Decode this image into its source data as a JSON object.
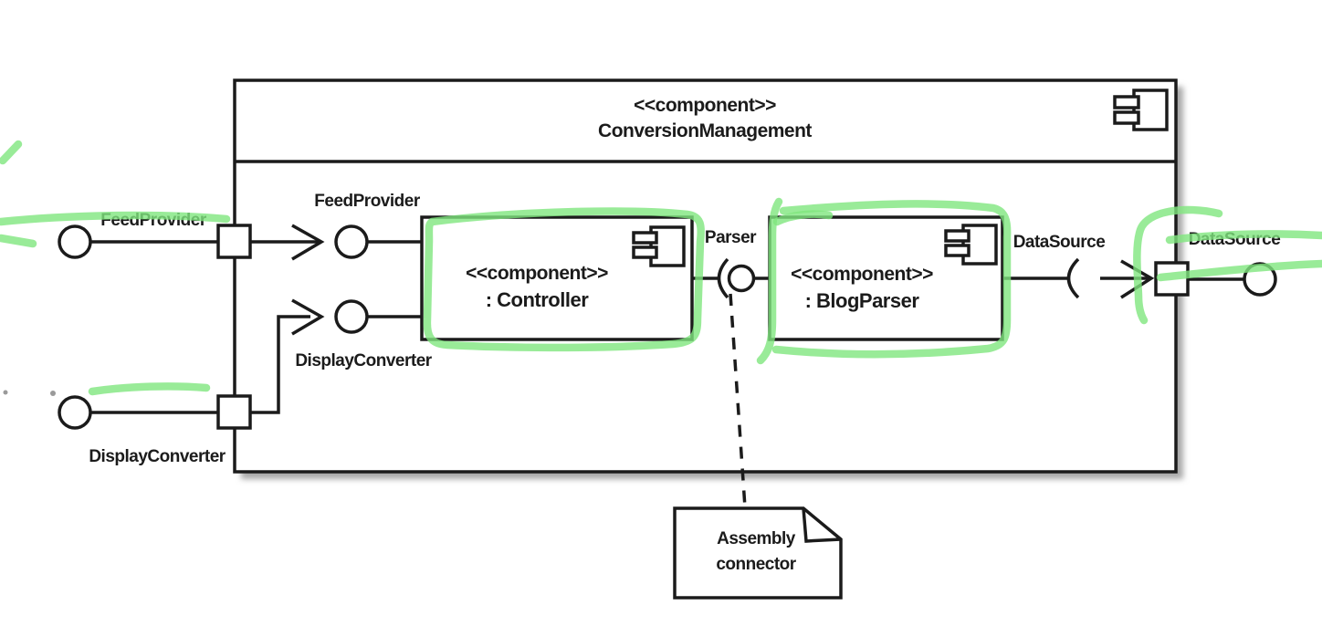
{
  "diagram": {
    "type": "uml-component-diagram",
    "outer_component": {
      "stereotype": "<<component>>",
      "name": "ConversionManagement"
    },
    "controller": {
      "stereotype": "<<component>>",
      "name": ": Controller"
    },
    "blog_parser": {
      "stereotype": "<<component>>",
      "name": ": BlogParser"
    },
    "labels": {
      "feed_provider_external": "FeedProvider",
      "feed_provider_internal": "FeedProvider",
      "display_converter_internal": "DisplayConverter",
      "display_converter_external": "DisplayConverter",
      "parser": "Parser",
      "data_source_internal": "DataSource",
      "data_source_external": "DataSource"
    },
    "note": {
      "line1": "Assembly",
      "line2": "connector"
    },
    "colors": {
      "ink": "#1b1b1b",
      "highlighter": "#7fe67e",
      "shadow": "#a8a8a8",
      "background": "#ffffff"
    }
  }
}
